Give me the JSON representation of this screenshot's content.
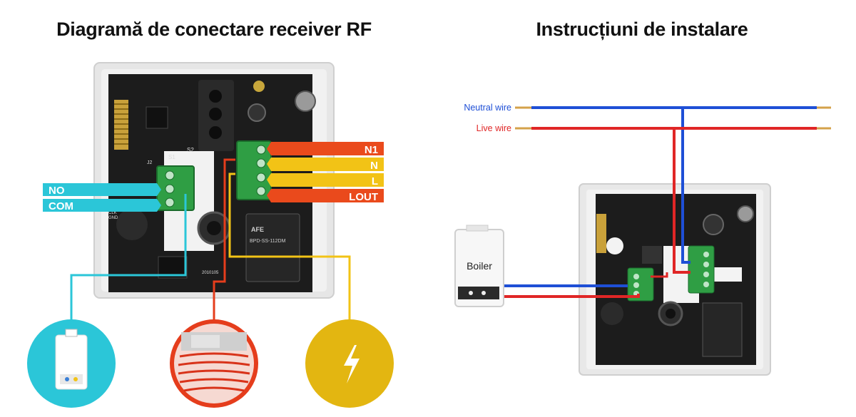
{
  "left_panel": {
    "title": "Diagramă de conectare receiver RF",
    "left_terminals": [
      {
        "label": "NO",
        "color": "#2bc6d8"
      },
      {
        "label": "COM",
        "color": "#2bc6d8"
      }
    ],
    "right_terminals": [
      {
        "label": "N1",
        "color": "#ea4a1c"
      },
      {
        "label": "N",
        "color": "#f2c316"
      },
      {
        "label": "L",
        "color": "#f2c316"
      },
      {
        "label": "LOUT",
        "color": "#ea4a1c"
      }
    ],
    "board_silkscreen": [
      "S1",
      "S2",
      "J2",
      "CLK",
      "GND",
      "AFE",
      "BPD-SS-112DM",
      "2010105"
    ],
    "icons": [
      "boiler-icon",
      "floor-heating-icon",
      "power-lightning-icon"
    ]
  },
  "right_panel": {
    "title": "Instrucțiuni de instalare",
    "wires": [
      {
        "label": "Neutral wire",
        "color": "#1e4fd6"
      },
      {
        "label": "Live wire",
        "color": "#e02626"
      }
    ],
    "device_label": "Boiler"
  }
}
